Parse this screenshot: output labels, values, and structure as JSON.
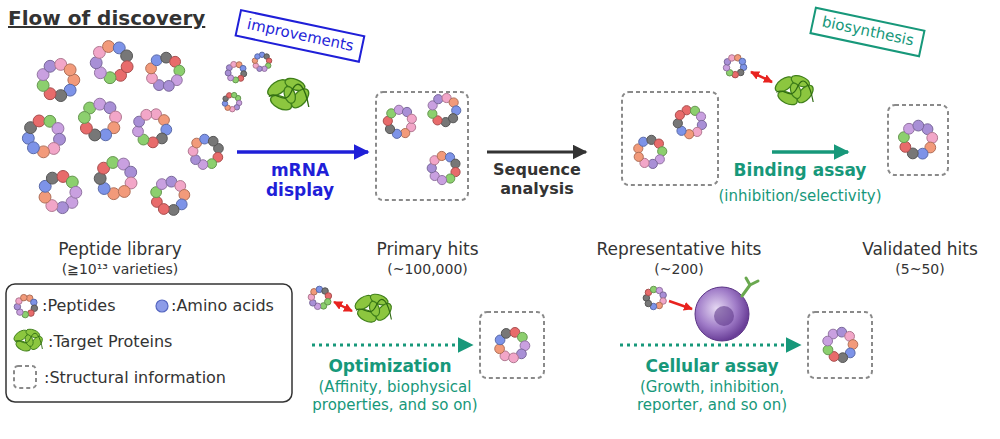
{
  "diagram": {
    "title": "Flow of discovery",
    "nodes": [
      {
        "text": [
          "Peptide library",
          "(≧10¹³ varieties)"
        ]
      },
      {
        "text": [
          "improvements"
        ]
      },
      {
        "text": [
          "Primary hits",
          "(~100,000)"
        ]
      },
      {
        "text": [
          "Representative hits",
          "(~200)"
        ]
      },
      {
        "text": [
          "biosynthesis"
        ]
      },
      {
        "text": [
          "Validated hits",
          "(5~50)"
        ]
      }
    ],
    "edges": [
      {
        "from": 0,
        "to": 2,
        "arrow": "to",
        "label": "mRNA display"
      },
      {
        "from": 2,
        "to": 3,
        "arrow": "to",
        "label": "Sequence analysis"
      },
      {
        "from": 3,
        "to": 5,
        "arrow": "to",
        "label": "Binding assay"
      }
    ],
    "labels": [
      "(inhibition/selectivity)",
      "Optimization",
      "(Affinity, biophysical properties, and so on)",
      "Cellular assay",
      "(Growth, inhibition, reporter, and so on)"
    ],
    "legend": [
      {
        "text": ":Peptides"
      },
      {
        "text": ":Amino acids"
      },
      {
        "text": ":Target Proteins"
      },
      {
        "text": ":Structural information"
      }
    ]
  }
}
